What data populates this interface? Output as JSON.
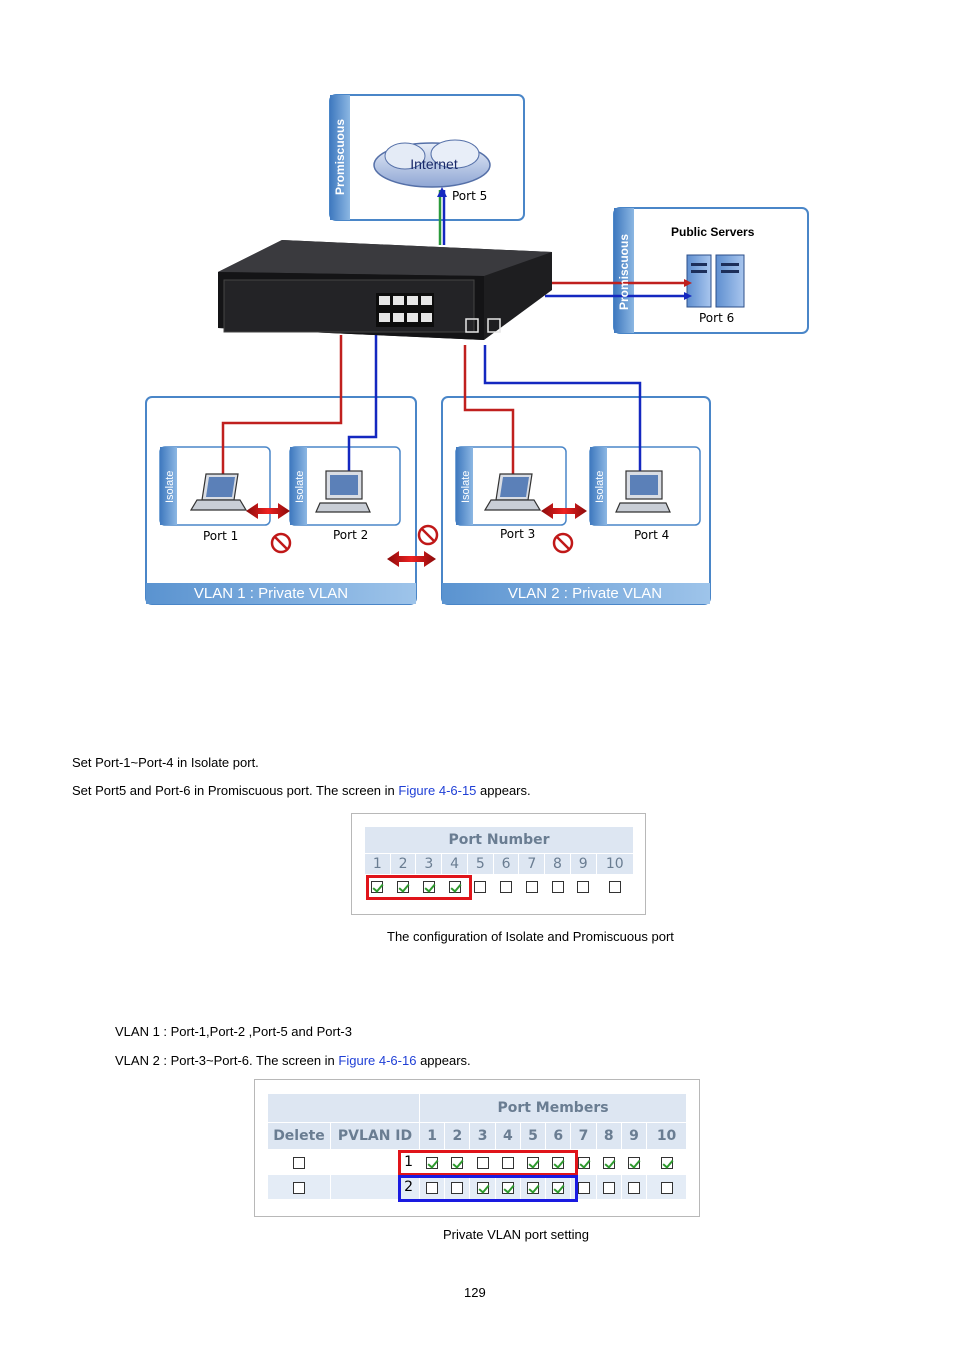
{
  "diagram": {
    "top_box": {
      "side_label": "Promiscuous",
      "cloud_label": "Internet",
      "port_label": "Port 5"
    },
    "server_box": {
      "title": "Public Servers",
      "side_label": "Promiscuous",
      "port_label": "Port 6"
    },
    "vlan1": {
      "label": "VLAN 1 : Private VLAN",
      "host1": {
        "side_label": "Isolate",
        "port_label": "Port 1"
      },
      "host2": {
        "side_label": "Isolate",
        "port_label": "Port 2"
      }
    },
    "vlan2": {
      "label": "VLAN 2 : Private VLAN",
      "host3": {
        "side_label": "Isolate",
        "port_label": "Port 3"
      },
      "host4": {
        "side_label": "Isolate",
        "port_label": "Port 4"
      }
    }
  },
  "text": {
    "line1": "Set Port-1~Port-4 in Isolate port.",
    "line2_pre": "Set Port5 and Port-6 in Promiscuous port. The screen in ",
    "line2_link": "Figure 4-6-15",
    "line2_post": " appears.",
    "caption1": "The configuration of Isolate and Promiscuous port",
    "line3": "VLAN 1 : Port-1,Port-2 ,Port-5 and Port-3",
    "line4_pre": "VLAN 2 : Port-3~Port-6. The screen in ",
    "line4_link": "Figure 4-6-16",
    "line4_post": " appears.",
    "caption2": "Private VLAN port setting",
    "page_number": "129"
  },
  "port_table": {
    "title": "Port Number",
    "ports": [
      "1",
      "2",
      "3",
      "4",
      "5",
      "6",
      "7",
      "8",
      "9",
      "10"
    ],
    "checked": [
      true,
      true,
      true,
      true,
      false,
      false,
      false,
      false,
      false,
      false
    ]
  },
  "pvlan_table": {
    "col_delete": "Delete",
    "col_pvlan": "PVLAN ID",
    "members_title": "Port Members",
    "ports": [
      "1",
      "2",
      "3",
      "4",
      "5",
      "6",
      "7",
      "8",
      "9",
      "10"
    ],
    "rows": [
      {
        "id": "1",
        "members": [
          true,
          true,
          false,
          false,
          true,
          true,
          true,
          true,
          true,
          true
        ]
      },
      {
        "id": "2",
        "members": [
          false,
          false,
          true,
          true,
          true,
          true,
          false,
          false,
          false,
          false
        ]
      }
    ]
  },
  "colors": {
    "vlan1_line": "#c0201e",
    "vlan2_line": "#1428c0",
    "box_border": "#4a86c8",
    "label_bar": "#5b93cf",
    "link": "#1f3fd6"
  }
}
